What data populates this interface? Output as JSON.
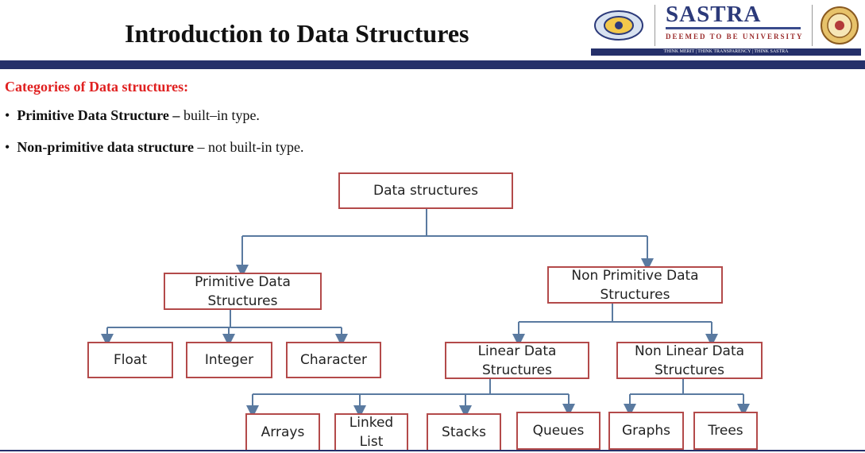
{
  "slide": {
    "title": "Introduction to Data Structures",
    "logo": {
      "name": "SASTRA",
      "subtitle": "DEEMED TO BE UNIVERSITY",
      "tagline": "THINK MERIT | THINK TRANSPARENCY | THINK SASTRA"
    },
    "section_heading": "Categories of Data structures:",
    "bullets": [
      {
        "term": "Primitive Data Structure –",
        "desc": " built–in type."
      },
      {
        "term": "Non-primitive data structure",
        "desc": " – not built-in type."
      }
    ]
  },
  "diagram": {
    "root": "Data structures",
    "primitive": "Primitive Data Structures",
    "non_primitive": "Non Primitive Data Structures",
    "float": "Float",
    "integer": "Integer",
    "character": "Character",
    "linear": "Linear Data Structures",
    "non_linear": "Non Linear Data Structures",
    "arrays": "Arrays",
    "linked_list": "Linked List",
    "stacks": "Stacks",
    "queues": "Queues",
    "graphs": "Graphs",
    "trees": "Trees"
  },
  "colors": {
    "header_band": "#25306a",
    "heading_red": "#e02020",
    "node_border": "#b34a4a",
    "connector": "#5a7aa0"
  }
}
